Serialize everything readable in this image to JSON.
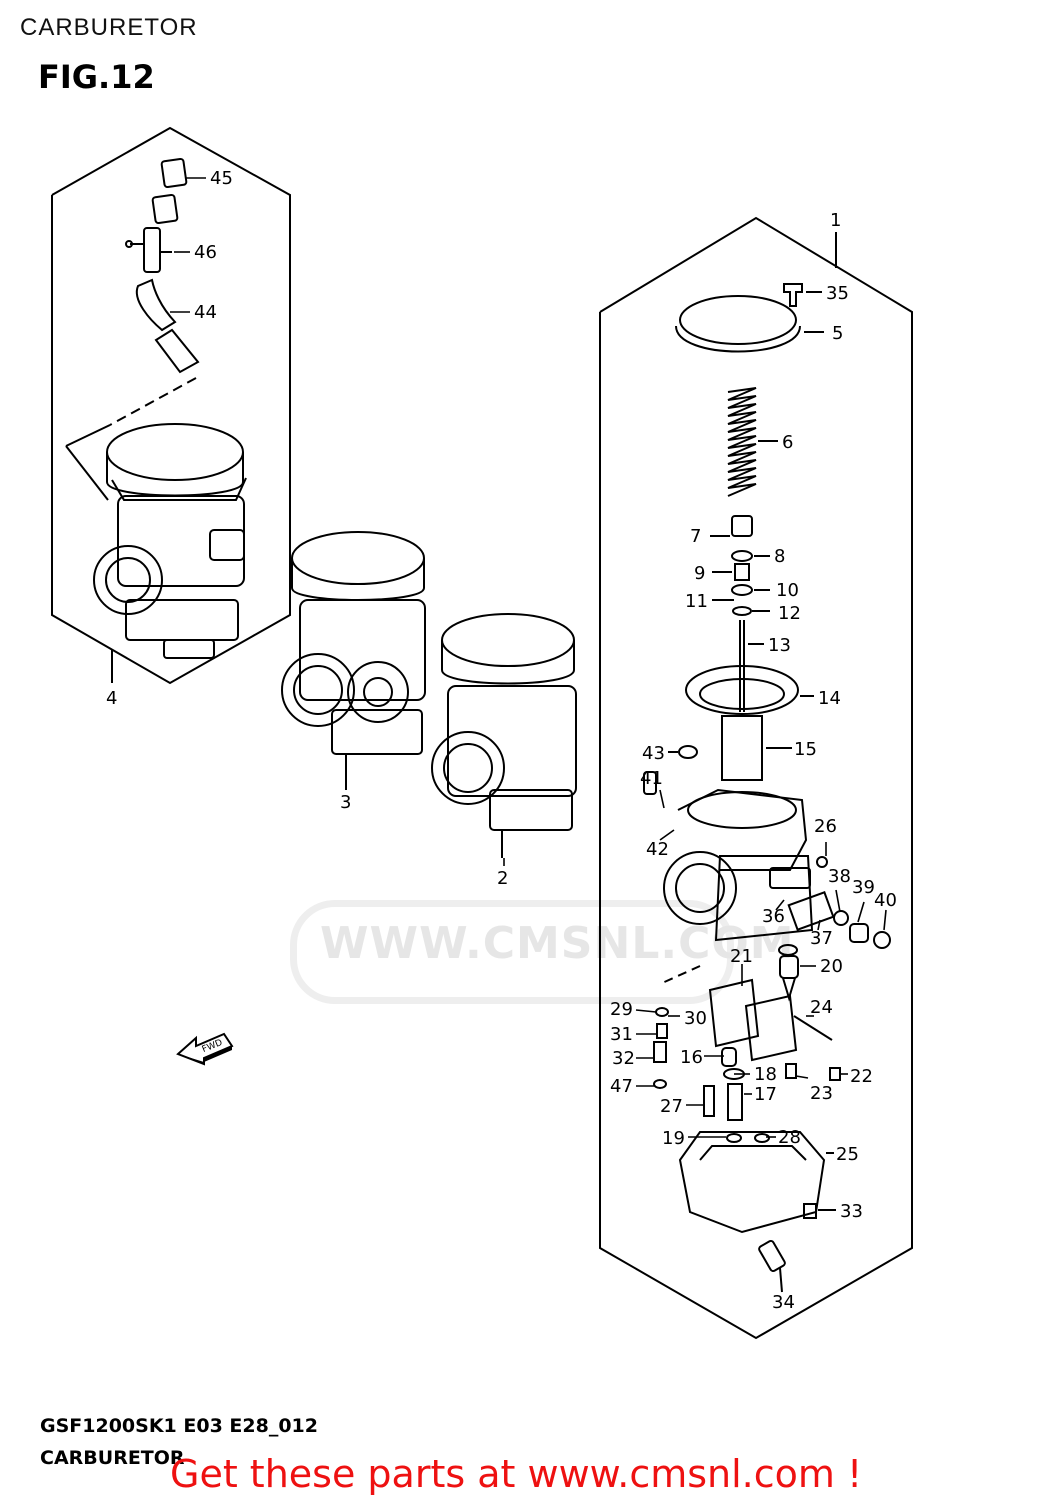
{
  "header": {
    "page_title": "CARBURETOR",
    "figure_label": "FIG.12"
  },
  "watermark": {
    "text": "WWW.CMSNL.COM"
  },
  "direction_marker": {
    "label": "FWD",
    "icon": "forward-arrow-icon"
  },
  "callouts": {
    "c1": "1",
    "c2": "2",
    "c3": "3",
    "c4": "4",
    "c5": "5",
    "c6": "6",
    "c7": "7",
    "c8": "8",
    "c9": "9",
    "c10": "10",
    "c11": "11",
    "c12": "12",
    "c13": "13",
    "c14": "14",
    "c15": "15",
    "c16": "16",
    "c17": "17",
    "c18": "18",
    "c19": "19",
    "c20": "20",
    "c21": "21",
    "c22": "22",
    "c23": "23",
    "c24": "24",
    "c25": "25",
    "c26": "26",
    "c27": "27",
    "c28": "28",
    "c29": "29",
    "c30": "30",
    "c31": "31",
    "c32": "32",
    "c33": "33",
    "c34": "34",
    "c35": "35",
    "c36": "36",
    "c37": "37",
    "c38": "38",
    "c39": "39",
    "c40": "40",
    "c41": "41",
    "c42": "42",
    "c43": "43",
    "c44": "44",
    "c45": "45",
    "c46": "46",
    "c47": "47"
  },
  "footer": {
    "diagram_code": "GSF1200SK1 E03 E28_012",
    "section_name": "CARBURETOR",
    "banner": "Get these parts at www.cmsnl.com !",
    "banner_color": "#ee1111"
  }
}
